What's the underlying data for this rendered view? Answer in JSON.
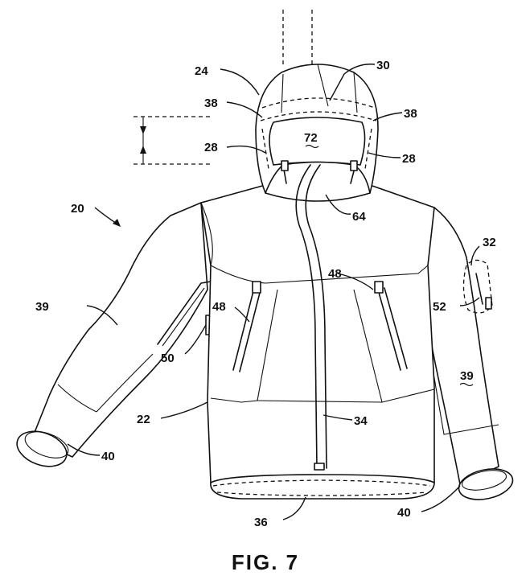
{
  "figure": {
    "caption": "FIG. 7",
    "references": {
      "r20": "20",
      "r22": "22",
      "r24": "24",
      "r28a": "28",
      "r28b": "28",
      "r30": "30",
      "r32": "32",
      "r34": "34",
      "r36": "36",
      "r38a": "38",
      "r38b": "38",
      "r39a": "39",
      "r39b": "39",
      "r40a": "40",
      "r40b": "40",
      "r48a": "48",
      "r48b": "48",
      "r50": "50",
      "r52": "52",
      "r64": "64",
      "r72": "72"
    }
  }
}
